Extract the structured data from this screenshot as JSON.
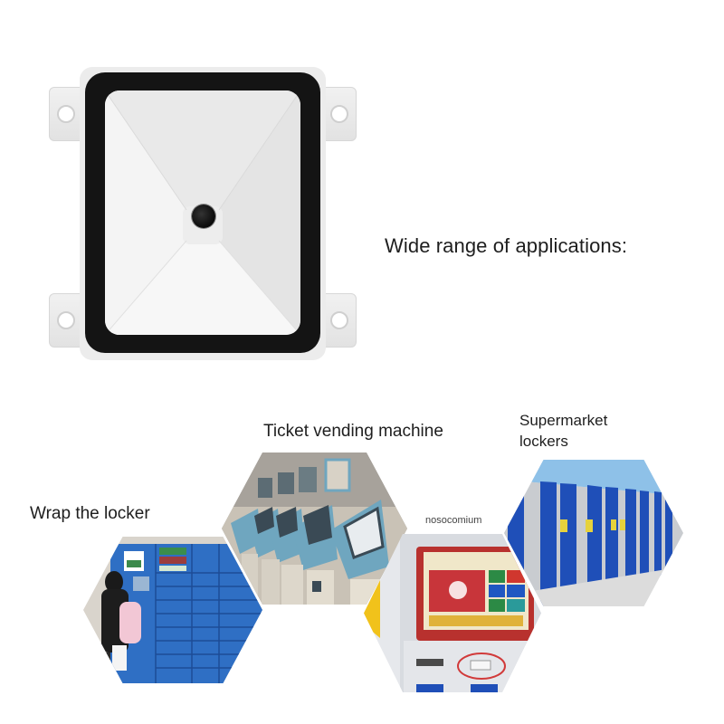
{
  "product": {
    "name": "Square barcode scanner module",
    "image_alt": "White square scanner module with black bezel, central camera lens and four mounting tabs"
  },
  "headline": "Wide range of applications:",
  "applications": [
    {
      "label": "Wrap the locker",
      "image_alt": "Parcel locker with people using the touchscreen"
    },
    {
      "label": "Ticket vending machine",
      "image_alt": "Row of blue ticket vending kiosks"
    },
    {
      "label": "nosocomium",
      "image_alt": "Hospital self-service kiosk with red frame and scanner slot circled"
    },
    {
      "label": "Supermarket lockers",
      "label_lines": [
        "Supermarket",
        "lockers"
      ],
      "image_alt": "Row of blue supermarket storage lockers"
    }
  ],
  "colors": {
    "background": "#ffffff",
    "text": "#1e1e1e",
    "bezel": "#141414",
    "housing": "#ececec",
    "locker_blue": "#2f6fc4",
    "kiosk_teal": "#6fa6bf",
    "kiosk_red": "#b8312e",
    "supermarket_blue": "#1f4fb8"
  }
}
